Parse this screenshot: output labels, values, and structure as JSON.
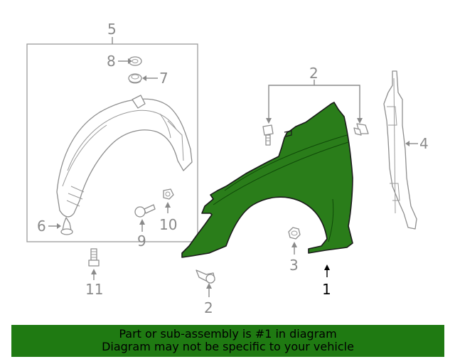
{
  "callouts": {
    "c1": "1",
    "c2a": "2",
    "c2b": "2",
    "c3": "3",
    "c4": "4",
    "c5": "5",
    "c6": "6",
    "c7": "7",
    "c8": "8",
    "c9": "9",
    "c10": "10",
    "c11": "11"
  },
  "colors": {
    "highlight_part": "#2a7d1a",
    "banner": "#1f7a12",
    "line_gray": "#8e8e8e"
  },
  "banner": {
    "line1": "Part or sub-assembly is #1 in diagram",
    "line2": "Diagram may not be specific to your vehicle"
  }
}
